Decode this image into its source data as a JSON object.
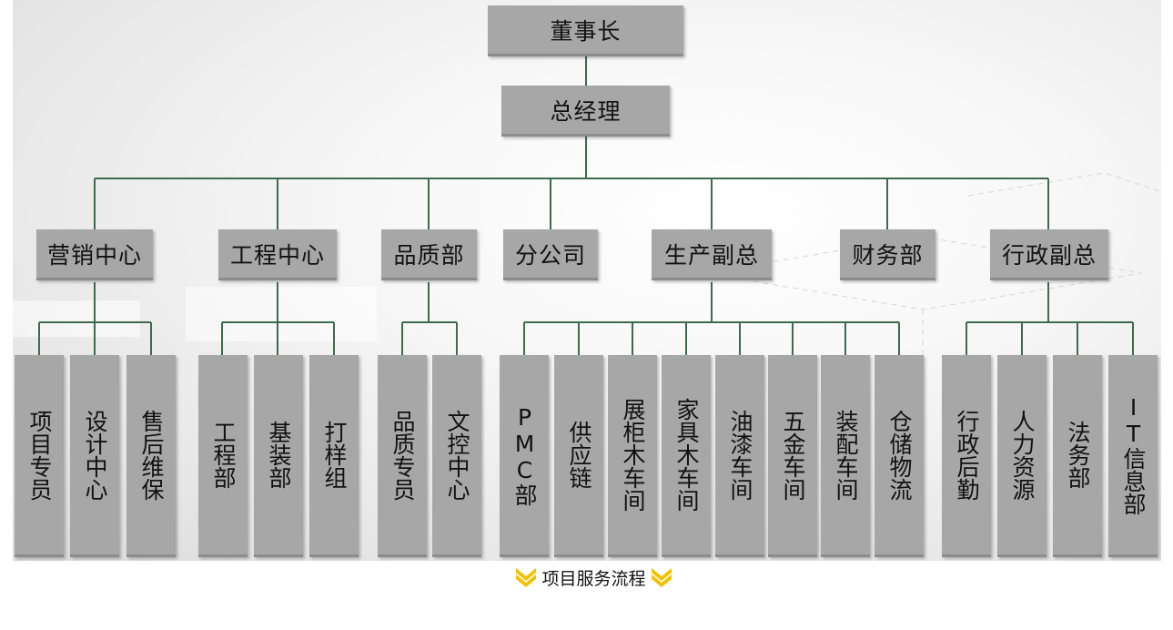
{
  "chart": {
    "chairman": "董事长",
    "gm": "总经理",
    "level2": [
      "营销中心",
      "工程中心",
      "品质部",
      "分公司",
      "生产副总",
      "财务部",
      "行政副总"
    ],
    "level3": {
      "marketing": [
        "项目专员",
        "设计中心",
        "售后维保"
      ],
      "engineering": [
        "工程部",
        "基装部",
        "打样组"
      ],
      "quality": [
        "品质专员",
        "文控中心"
      ],
      "production": [
        "PMC部",
        "供应链",
        "展柜木车间",
        "家具木车间",
        "油漆车间",
        "五金车间",
        "装配车间",
        "仓储物流"
      ],
      "admin": [
        "行政后勤",
        "人力资源",
        "法务部",
        "IT信息部"
      ]
    }
  },
  "caption": "项目服务流程",
  "colors": {
    "box_fill": "#a7a7a7",
    "connector": "#3d6b4b",
    "chevron": "#f2c200"
  }
}
